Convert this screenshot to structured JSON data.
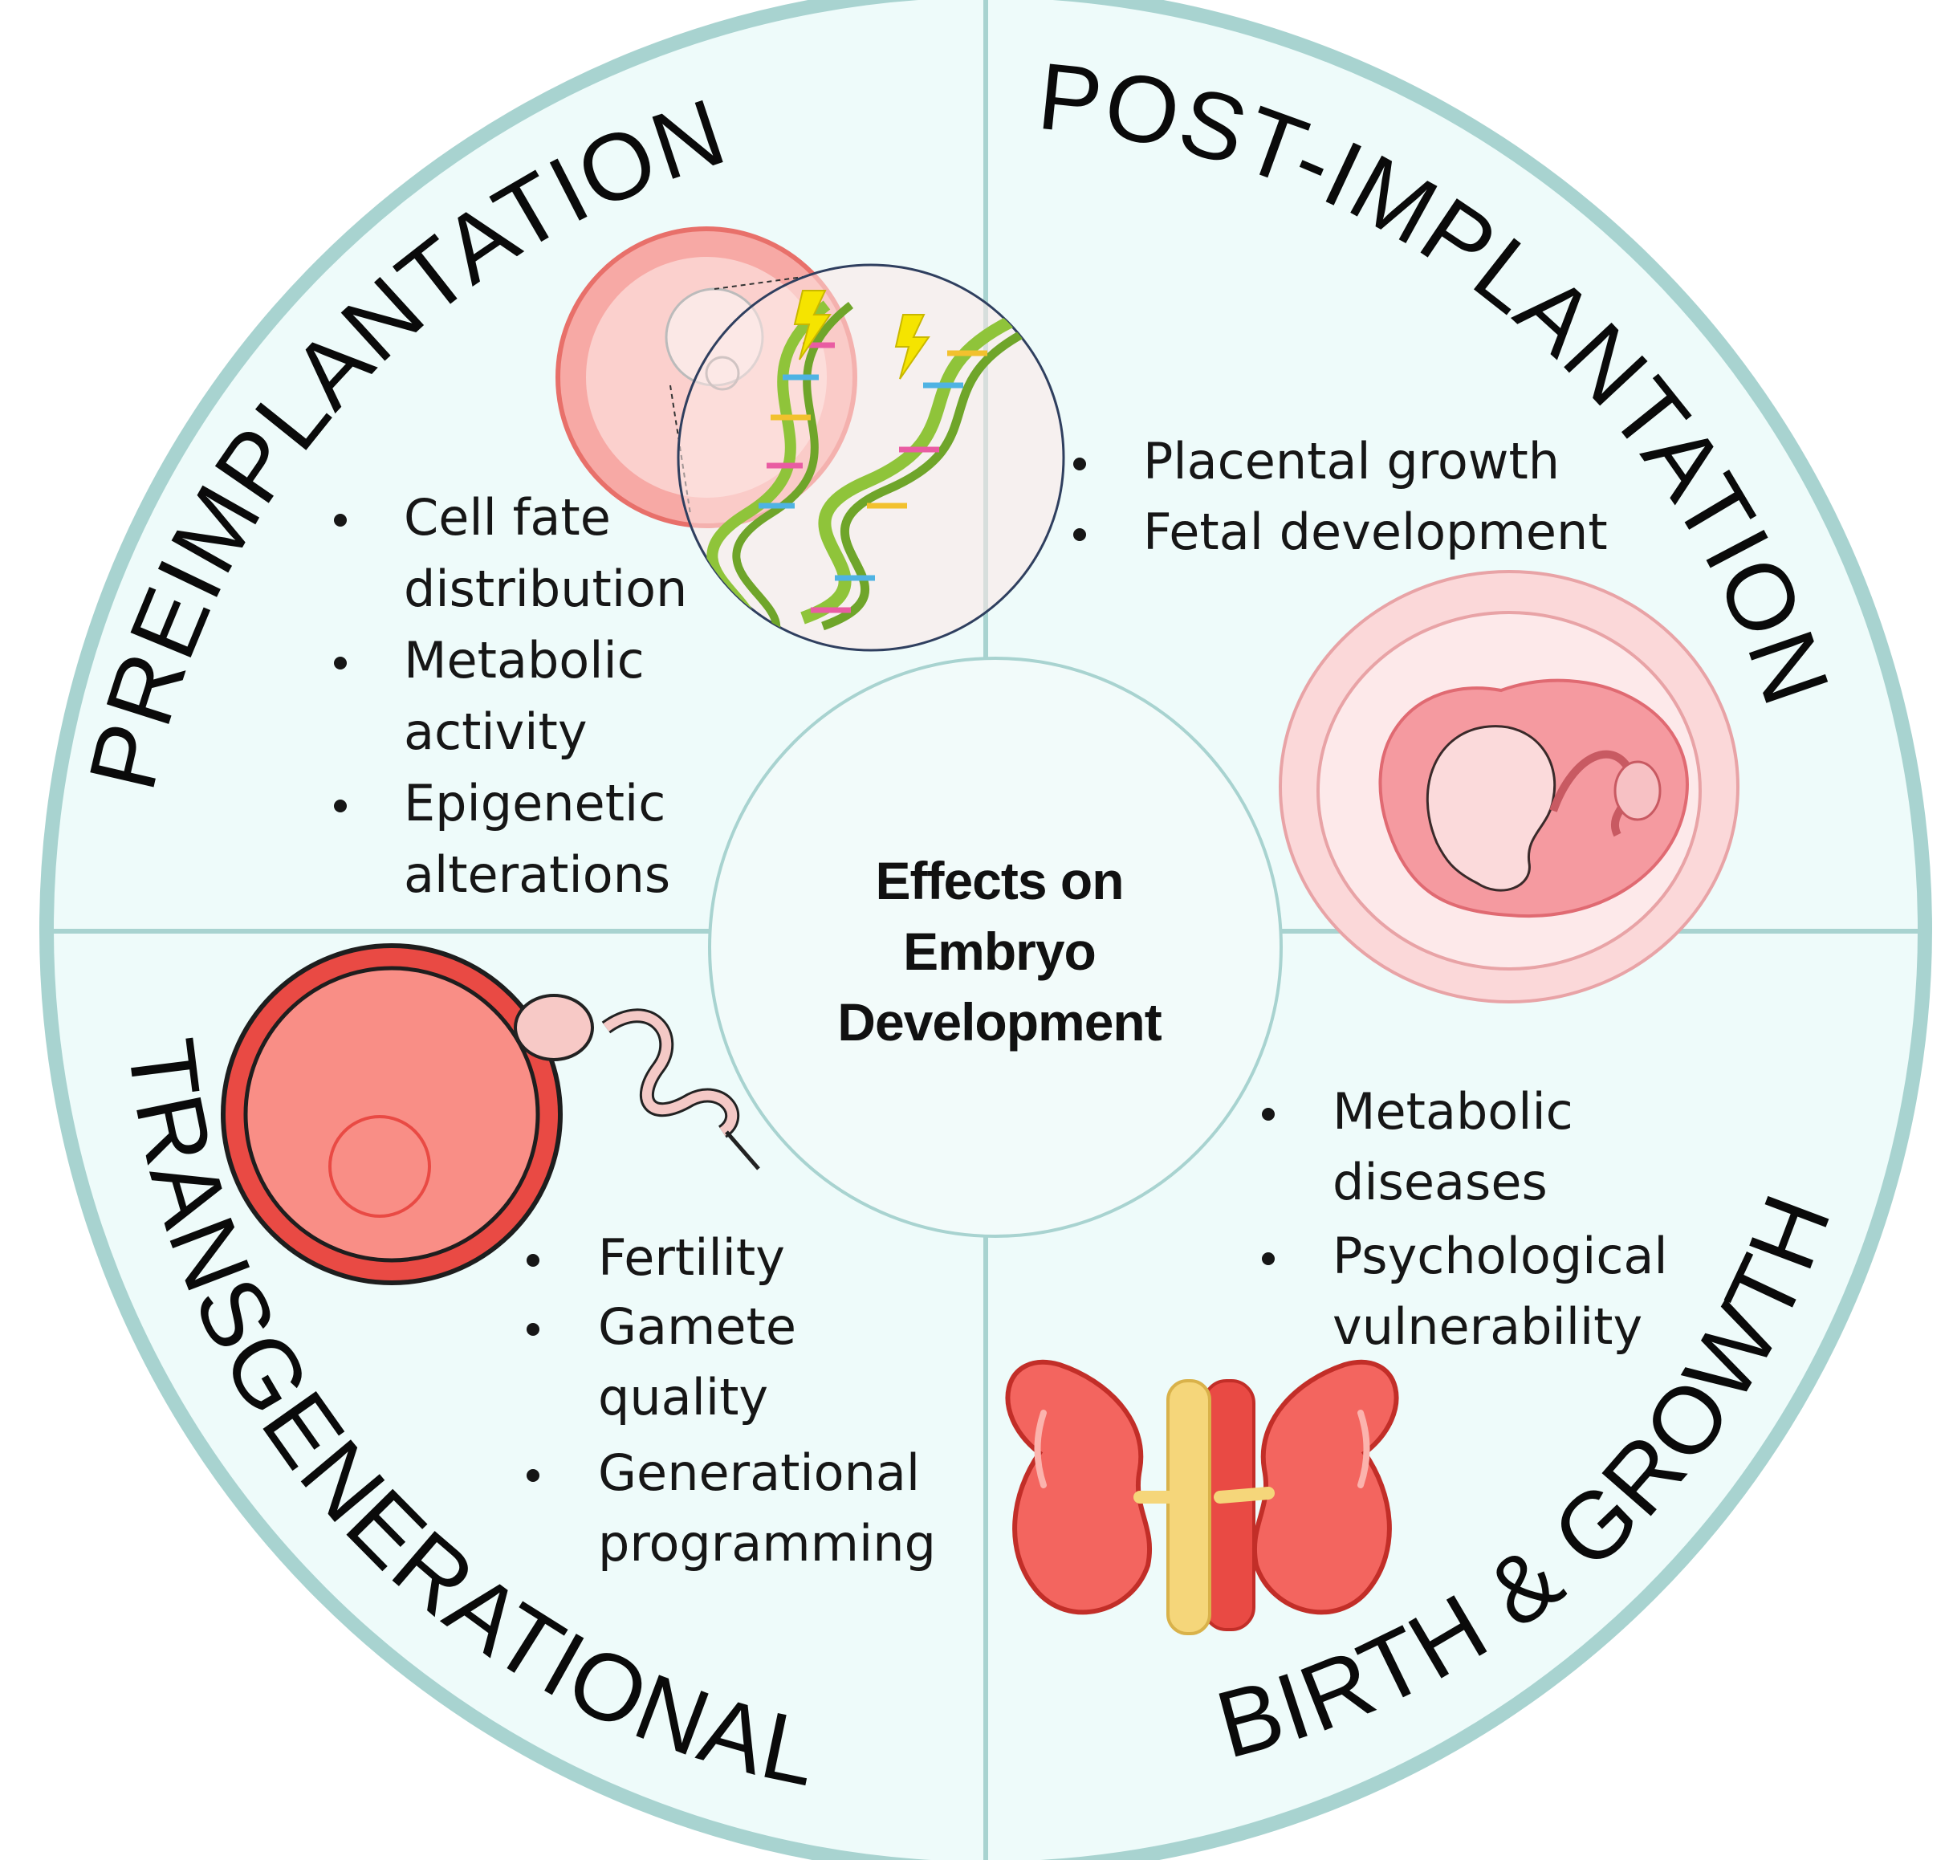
{
  "center": {
    "title_lines": [
      "Effects on",
      "Embryo",
      "Development"
    ]
  },
  "quadrants": {
    "preimplantation": {
      "title": "PREIMPLANTATION",
      "bullets": [
        {
          "lines": [
            "Cell fate",
            "distribution"
          ]
        },
        {
          "lines": [
            "Metabolic",
            "activity"
          ]
        },
        {
          "lines": [
            "Epigenetic",
            "alterations"
          ]
        }
      ],
      "icon": "embryo-dna-magnified-icon"
    },
    "post_implantation": {
      "title": "POST-IMPLANTATION",
      "bullets": [
        {
          "lines": [
            "Placental growth"
          ]
        },
        {
          "lines": [
            "Fetal development"
          ]
        }
      ],
      "icon": "fetus-in-womb-icon"
    },
    "transgenerational": {
      "title": "TRANSGENERATIONAL",
      "bullets": [
        {
          "lines": [
            "Fertility"
          ]
        },
        {
          "lines": [
            "Gamete",
            "quality"
          ]
        },
        {
          "lines": [
            "Generational",
            "programming"
          ]
        }
      ],
      "icon": "egg-and-sperm-icon"
    },
    "birth_growth": {
      "title": "BIRTH & GROWTH",
      "bullets": [
        {
          "lines": [
            "Metabolic",
            "diseases"
          ]
        },
        {
          "lines": [
            "Psychological",
            "vulnerability"
          ]
        }
      ],
      "icon": "kidneys-icon"
    }
  },
  "colors": {
    "circle_fill": "#eefbfa",
    "circle_border": "#a8d3d0",
    "divider": "#a8d3d0",
    "illustration_pink": "#f7a9a5",
    "illustration_red": "#e94a44",
    "dna_green": "#8fc43a"
  }
}
